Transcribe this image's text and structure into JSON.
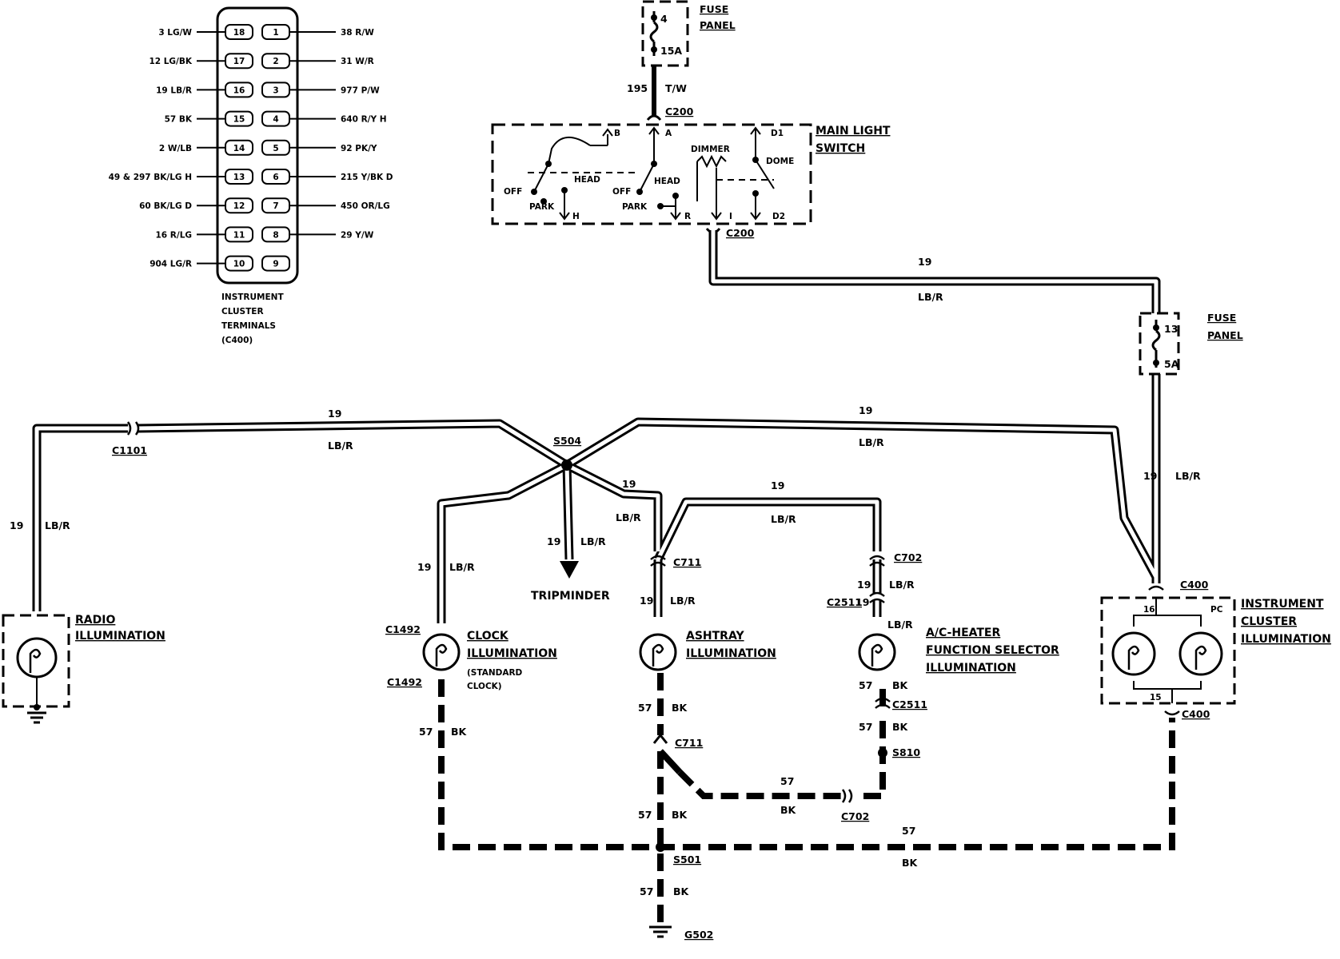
{
  "fuse_top": {
    "title1": "FUSE",
    "title2": "PANEL",
    "cav": "4",
    "rating": "15A"
  },
  "fuse_right": {
    "title1": "FUSE",
    "title2": "PANEL",
    "cav": "13",
    "rating": "5A"
  },
  "feed": {
    "circuit": "195",
    "color": "T/W",
    "conn": "C200"
  },
  "switch": {
    "title1": "MAIN LIGHT",
    "title2": "SWITCH",
    "conn": "C200",
    "B": "B",
    "A": "A",
    "D1": "D1",
    "dimmer": "DIMMER",
    "dome": "DOME",
    "head1": "HEAD",
    "head2": "HEAD",
    "off1": "OFF",
    "off2": "OFF",
    "park1": "PARK",
    "park2": "PARK",
    "H": "H",
    "R": "R",
    "I": "I",
    "D2": "D2"
  },
  "cluster_terminals": {
    "title": [
      "INSTRUMENT",
      "CLUSTER",
      "TERMINALS",
      "(C400)"
    ],
    "rows": [
      {
        "left_label": "3 LG/W",
        "left_pin": "18",
        "right_pin": "1",
        "right_label": "38 R/W"
      },
      {
        "left_label": "12 LG/BK",
        "left_pin": "17",
        "right_pin": "2",
        "right_label": "31 W/R"
      },
      {
        "left_label": "19 LB/R",
        "left_pin": "16",
        "right_pin": "3",
        "right_label": "977 P/W"
      },
      {
        "left_label": "57 BK",
        "left_pin": "15",
        "right_pin": "4",
        "right_label": "640 R/Y H"
      },
      {
        "left_label": "2 W/LB",
        "left_pin": "14",
        "right_pin": "5",
        "right_label": "92 PK/Y"
      },
      {
        "left_label": "49 & 297 BK/LG H",
        "left_pin": "13",
        "right_pin": "6",
        "right_label": "215 Y/BK D"
      },
      {
        "left_label": "60 BK/LG D",
        "left_pin": "12",
        "right_pin": "7",
        "right_label": "450 OR/LG"
      },
      {
        "left_label": "16 R/LG",
        "left_pin": "11",
        "right_pin": "8",
        "right_label": "29 Y/W"
      },
      {
        "left_label": "904 LG/R",
        "left_pin": "10",
        "right_pin": "9",
        "right_label": ""
      }
    ]
  },
  "wire_labels": {
    "n19": "19",
    "lbr": "LB/R",
    "n57": "57",
    "bk": "BK"
  },
  "connectors": {
    "c1101": "C1101",
    "s504": "S504",
    "c711a": "C711",
    "c711b": "C711",
    "c702a": "C702",
    "c702b": "C702",
    "c2511a": "C2511",
    "c2511b": "C2511",
    "s810": "S810",
    "s501": "S501",
    "g502": "G502",
    "c1492a": "C1492",
    "c1492b": "C1492",
    "c400a": "C400",
    "c400b": "C400",
    "pin16": "16",
    "pin15": "15",
    "pc": "PC"
  },
  "components": {
    "radio": [
      "RADIO",
      "ILLUMINATION"
    ],
    "clock": [
      "CLOCK",
      "ILLUMINATION",
      "(STANDARD",
      "CLOCK)"
    ],
    "ashtray": [
      "ASHTRAY",
      "ILLUMINATION"
    ],
    "acheater": [
      "A/C-HEATER",
      "FUNCTION SELECTOR",
      "ILLUMINATION"
    ],
    "cluster": [
      "INSTRUMENT",
      "CLUSTER",
      "ILLUMINATION"
    ],
    "tripminder": "TRIPMINDER"
  }
}
